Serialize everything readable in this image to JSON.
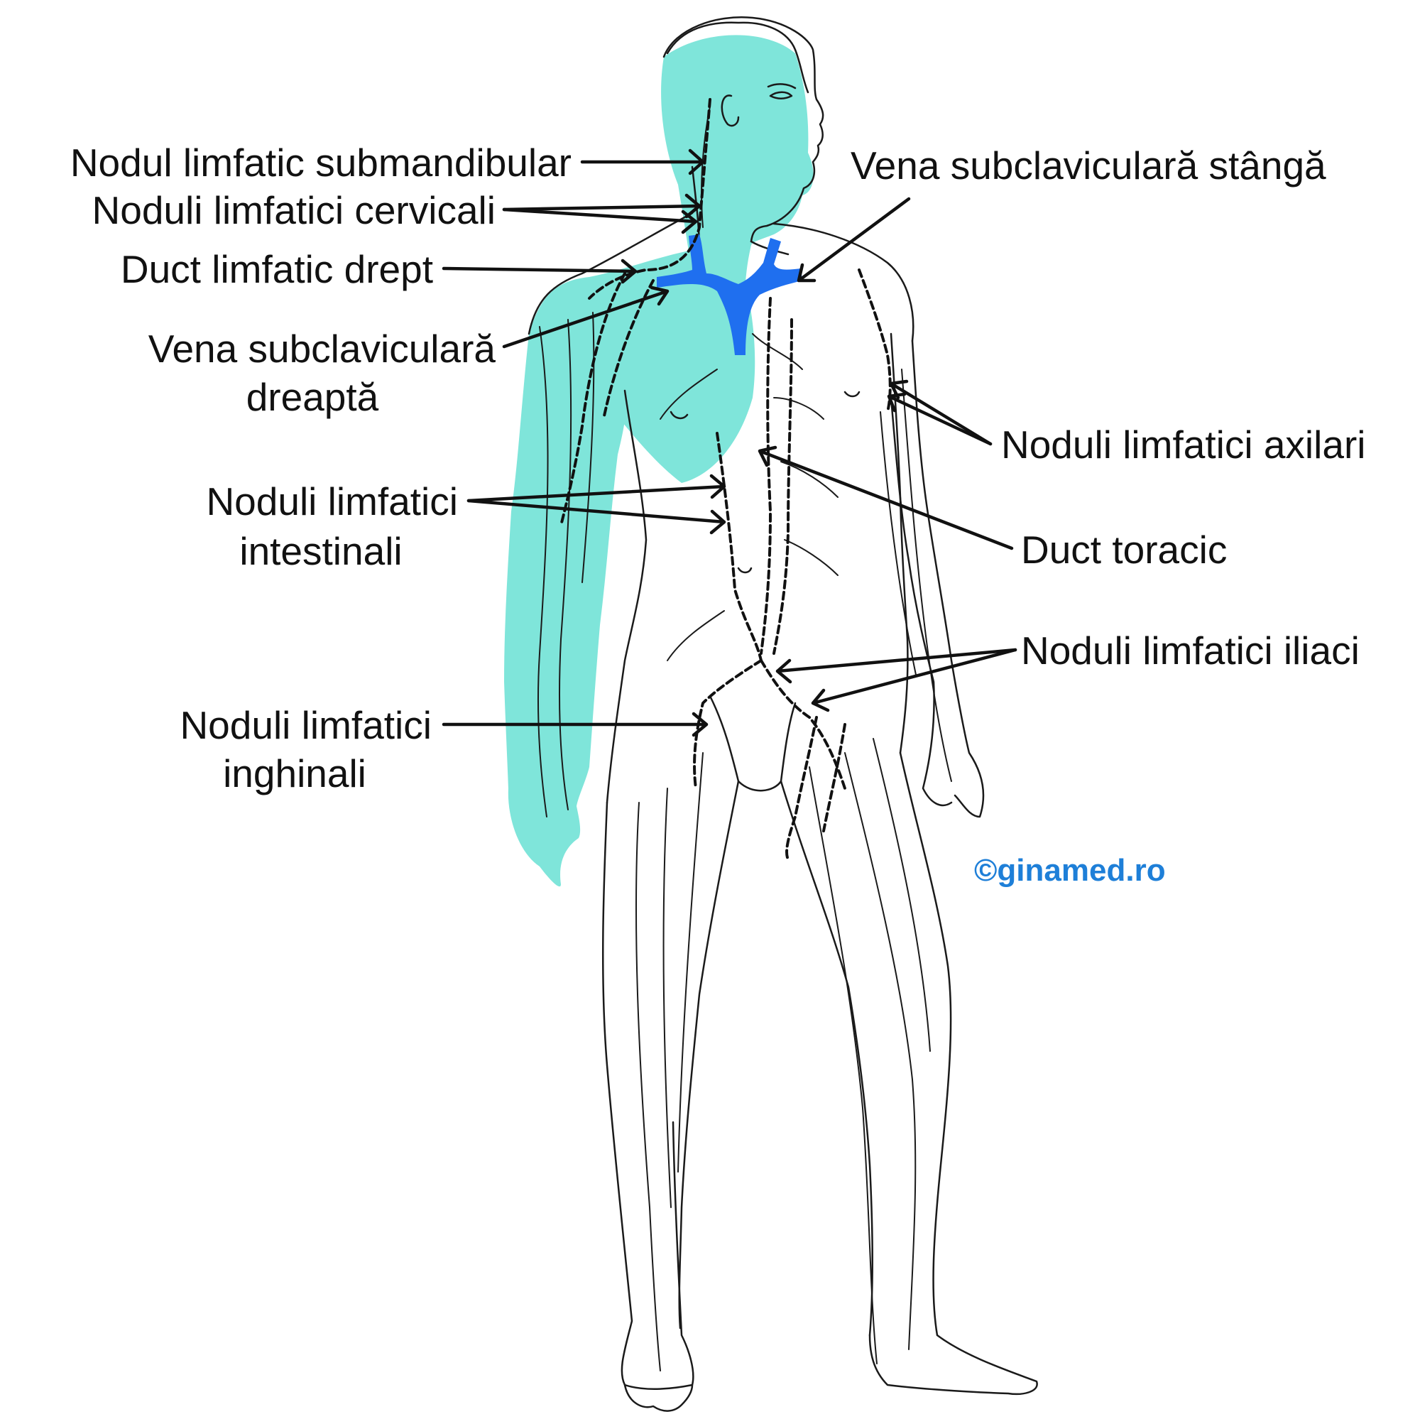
{
  "labels": {
    "submandibular": "Nodul limfatic submandibular",
    "cervical": "Noduli limfatici cervicali",
    "right_duct": "Duct limfatic drept",
    "right_subclavian_1": "Vena subclaviculară",
    "right_subclavian_2": "dreaptă",
    "intestinal_1": "Noduli limfatici",
    "intestinal_2": "intestinali",
    "inguinal_1": "Noduli limfatici",
    "inguinal_2": "inghinali",
    "left_subclavian": "Vena subclaviculară stângă",
    "axillary": "Noduli limfatici axilari",
    "thoracic_duct": "Duct toracic",
    "iliac": "Noduli limfatici iliaci"
  },
  "watermark": "©ginamed.ro",
  "colors": {
    "right_drainage_region": "#7fe5da",
    "subclavian_vein": "#1f6fef",
    "watermark": "#1e7fd8",
    "outline": "#1a1a1a"
  }
}
